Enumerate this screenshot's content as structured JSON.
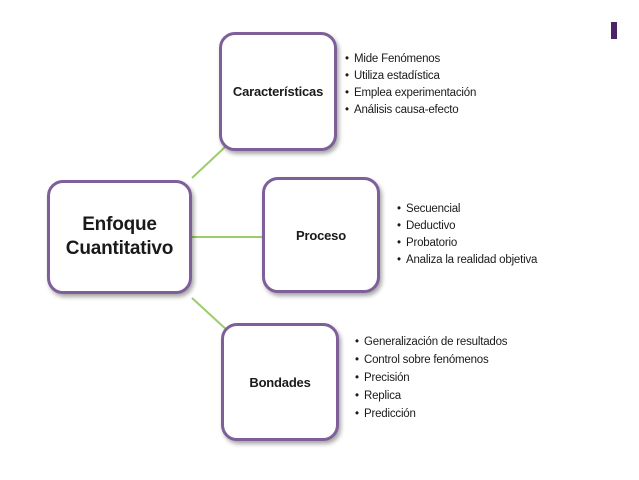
{
  "center": {
    "label": "Enfoque\nCuantitativo"
  },
  "branches": [
    {
      "label": "Características",
      "items": [
        "Mide Fenómenos",
        "Utiliza estadística",
        "Emplea experimentación",
        "Análisis causa-efecto"
      ]
    },
    {
      "label": "Proceso",
      "items": [
        "Secuencial",
        "Deductivo",
        "Probatorio",
        "Analiza la realidad objetiva"
      ]
    },
    {
      "label": "Bondades",
      "items": [
        "Generalización de resultados",
        "Control sobre fenómenos",
        "Precisión",
        "Replica",
        "Predicción"
      ]
    }
  ],
  "colors": {
    "box_border": "#7e5f9a",
    "connector": "#9bcd6a",
    "corner_mark": "#4a2466"
  }
}
